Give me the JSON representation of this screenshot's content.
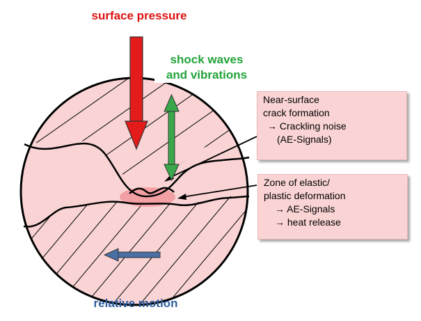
{
  "title": {
    "text": "surface pressure",
    "color": "#dd1111"
  },
  "shock_label": {
    "line1": "shock waves",
    "line2": "and vibrations",
    "color": "#22a33a"
  },
  "motion_label": {
    "text": "relative motion",
    "color": "#2e5e9e"
  },
  "crack_box": {
    "line1": "Near-surface",
    "line2": "crack formation",
    "line3": "→  Crackling noise",
    "line4": "(AE-Signals)"
  },
  "zone_box": {
    "line1": "Zone of elastic/",
    "line2": "plastic deformation",
    "line3": "→ AE-Signals",
    "line4": "→ heat release"
  },
  "colors": {
    "circle_fill": "#fad4d4",
    "zone_highlight": "#f08f94",
    "pressure_arrow": "#e31b1b",
    "vibration_arrow": "#3aa84a",
    "motion_arrow": "#4a6fa5"
  },
  "icons": {
    "pressure": "down-arrow-icon",
    "vibration": "double-arrow-icon",
    "motion": "left-arrow-icon"
  }
}
